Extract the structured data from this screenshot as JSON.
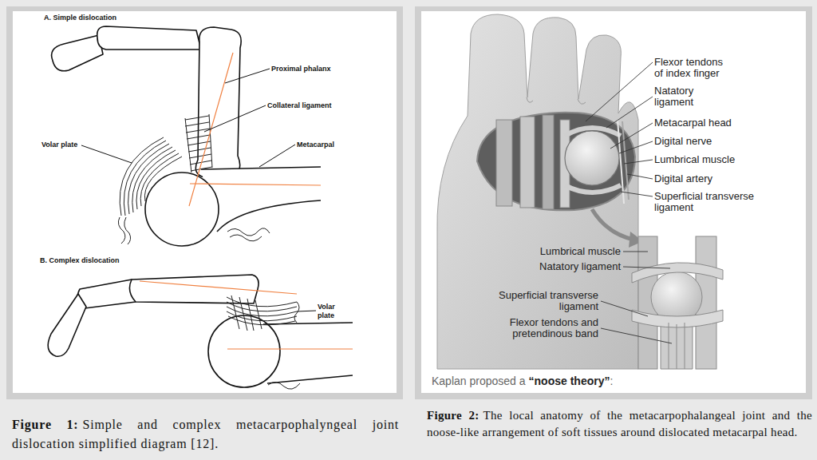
{
  "diagram": {
    "labels": [
      "A. Simple dislocation",
      "Proximal phalanx",
      "Collateral ligament",
      "Volar plate",
      "Metacarpal",
      "B. Complex dislocation",
      "Volar plate",
      "Figure 1:",
      "Simple and complex metacarpophalyngeal joint dislocation simplified diagram [12].",
      "Flexor tendons of index finger",
      "Natatory ligament",
      "Metacarpal head",
      "Digital nerve",
      "Lumbrical muscle",
      "Digital artery",
      "Superficial transverse ligament",
      "Lumbrical muscle",
      "Natatory ligament",
      "Superficial transverse ligament",
      "Flexor tendons and pretendinous band",
      "Kaplan proposed a",
      "“noose theory”",
      ":",
      "Figure 2:",
      "The local anatomy of the metacarpophalangeal joint and the noose-like arrangement of soft tissues around dislocated metacarpal head."
    ]
  }
}
